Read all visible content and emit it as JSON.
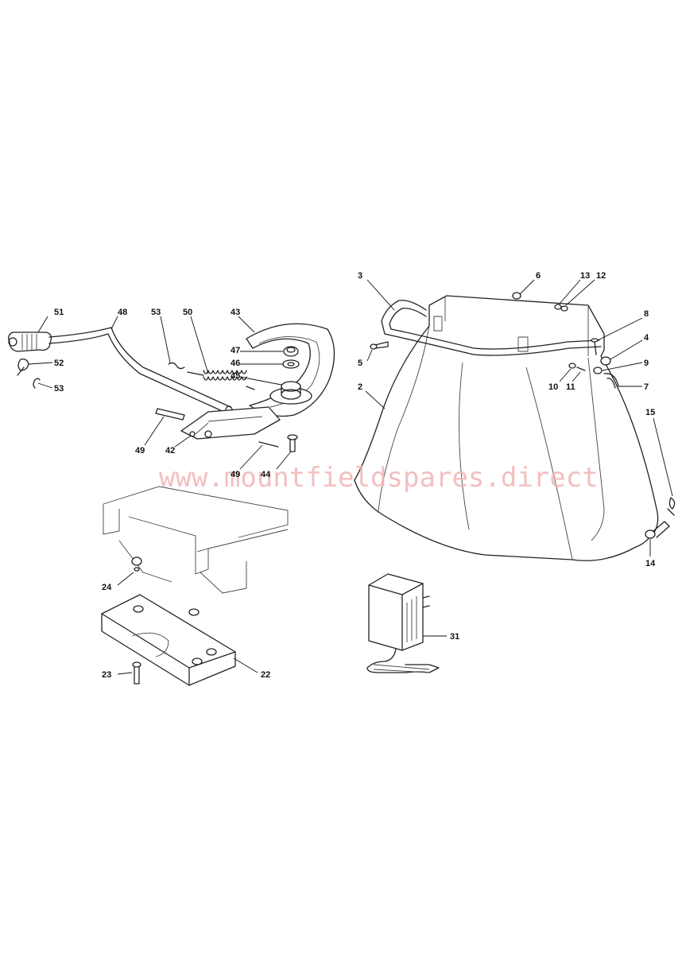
{
  "watermark": "www.mountfieldspares.direct",
  "callouts": [
    {
      "id": "c51",
      "label": "51"
    },
    {
      "id": "c48",
      "label": "48"
    },
    {
      "id": "c53a",
      "label": "53"
    },
    {
      "id": "c50",
      "label": "50"
    },
    {
      "id": "c43",
      "label": "43"
    },
    {
      "id": "c47",
      "label": "47"
    },
    {
      "id": "c46",
      "label": "46"
    },
    {
      "id": "c45",
      "label": "45"
    },
    {
      "id": "c52",
      "label": "52"
    },
    {
      "id": "c53b",
      "label": "53"
    },
    {
      "id": "c49a",
      "label": "49"
    },
    {
      "id": "c42",
      "label": "42"
    },
    {
      "id": "c49b",
      "label": "49"
    },
    {
      "id": "c44",
      "label": "44"
    },
    {
      "id": "c3",
      "label": "3"
    },
    {
      "id": "c6",
      "label": "6"
    },
    {
      "id": "c13",
      "label": "13"
    },
    {
      "id": "c12",
      "label": "12"
    },
    {
      "id": "c8",
      "label": "8"
    },
    {
      "id": "c4",
      "label": "4"
    },
    {
      "id": "c9",
      "label": "9"
    },
    {
      "id": "c5",
      "label": "5"
    },
    {
      "id": "c10",
      "label": "10"
    },
    {
      "id": "c11",
      "label": "11"
    },
    {
      "id": "c7",
      "label": "7"
    },
    {
      "id": "c2",
      "label": "2"
    },
    {
      "id": "c15",
      "label": "15"
    },
    {
      "id": "c14",
      "label": "14"
    },
    {
      "id": "c24",
      "label": "24"
    },
    {
      "id": "c23",
      "label": "23"
    },
    {
      "id": "c22",
      "label": "22"
    },
    {
      "id": "c31",
      "label": "31"
    }
  ]
}
